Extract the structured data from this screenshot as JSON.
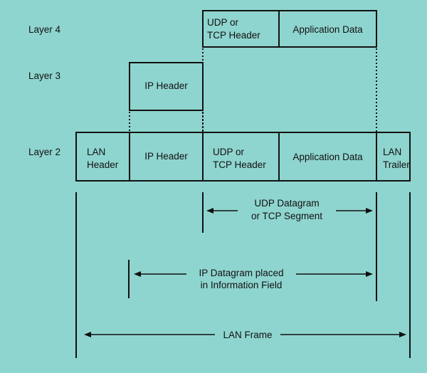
{
  "layers": {
    "layer4": "Layer 4",
    "layer3": "Layer 3",
    "layer2": "Layer 2"
  },
  "layer4_row": {
    "udp_tcp_header": [
      "UDP or",
      "TCP Header"
    ],
    "application_data": "Application Data"
  },
  "layer3_row": {
    "ip_header": "IP Header"
  },
  "layer2_row": {
    "lan_header": [
      "LAN",
      "Header"
    ],
    "ip_header": "IP Header",
    "udp_tcp_header": [
      "UDP or",
      "TCP Header"
    ],
    "application_data": "Application Data",
    "lan_trailer": [
      "LAN",
      "Trailer"
    ]
  },
  "spans": {
    "udp_datagram": [
      "UDP Datagram",
      "or TCP Segment"
    ],
    "ip_datagram": [
      "IP Datagram placed",
      "in Information Field"
    ],
    "lan_frame": "LAN Frame"
  },
  "colors": {
    "background": "#8fd5cf",
    "line": "#111111"
  }
}
